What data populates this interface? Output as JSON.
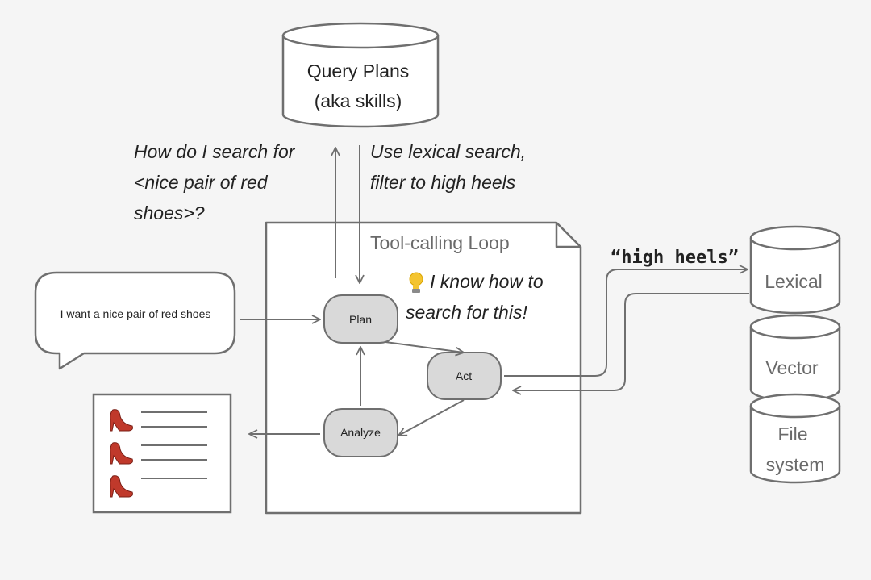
{
  "colors": {
    "background": "#f5f5f5",
    "stroke": "#6f6f6f",
    "node_fill": "#d9d9d9",
    "text": "#222222",
    "muted_text": "#6a6a6a",
    "shoe_red": "#c0392b"
  },
  "database": {
    "title_line1": "Query Plans",
    "title_line2": "(aka skills)"
  },
  "question_note": {
    "line1": "How do I search for",
    "line2": "<nice pair of red",
    "line3": "shoes>?"
  },
  "answer_note": {
    "line1": "Use lexical search,",
    "line2": "filter to high heels"
  },
  "loop": {
    "title": "Tool-calling Loop",
    "insight_icon": "lightbulb-icon",
    "insight_line1": "I know how to",
    "insight_line2": "search for this!"
  },
  "nodes": {
    "plan": "Plan",
    "act": "Act",
    "analyze": "Analyze"
  },
  "user_bubble": {
    "text": "I want a nice pair of red shoes"
  },
  "results": {
    "icon": "high-heel-shoe-icon",
    "count": 3
  },
  "query_label": "“high heels”",
  "stores": {
    "lexical": "Lexical",
    "vector": "Vector",
    "file_system_line1": "File",
    "file_system_line2": "system"
  }
}
